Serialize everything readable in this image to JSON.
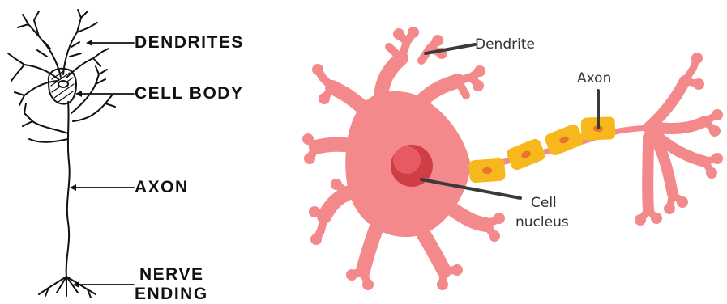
{
  "left_diagram": {
    "labels": {
      "dendrites": "DENDRITES",
      "cell_body": "CELL BODY",
      "axon": "AXON",
      "nerve_ending_line1": "NERVE",
      "nerve_ending_line2": "ENDING"
    }
  },
  "right_diagram": {
    "labels": {
      "dendrite": "Dendrite",
      "axon": "Axon",
      "cell_nucleus_line1": "Cell",
      "cell_nucleus_line2": "nucleus"
    },
    "colors": {
      "cell_body": "#f4898c",
      "nucleus": "#cf3e45",
      "myelin": "#f6b81c",
      "myelin_node": "#e8732a",
      "pointer": "#3a3a3a"
    }
  },
  "colors": {
    "ink": "#111111"
  }
}
